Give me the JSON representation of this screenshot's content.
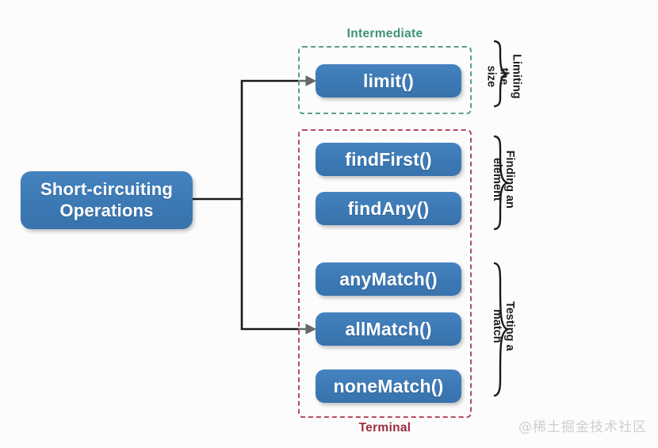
{
  "diagram": {
    "root": {
      "label_line1": "Short-circuiting",
      "label_line2": "Operations",
      "color": "#3c79b4"
    },
    "groups": [
      {
        "name": "intermediate",
        "label": "Intermediate",
        "label_position": "top",
        "border_color": "#57a084",
        "label_color": "#3f9270",
        "operations": [
          {
            "key": "limit",
            "label": "limit()"
          }
        ],
        "annotation": "Limiting the\nsize"
      },
      {
        "name": "terminal",
        "label": "Terminal",
        "label_position": "bottom",
        "border_color": "#b34b5e",
        "label_color": "#9e2b41",
        "operations": [
          {
            "key": "findfirst",
            "label": "findFirst()"
          },
          {
            "key": "findany",
            "label": "findAny()"
          },
          {
            "key": "anymatch",
            "label": "anyMatch()"
          },
          {
            "key": "allmatch",
            "label": "allMatch()"
          },
          {
            "key": "nonematch",
            "label": "noneMatch()"
          }
        ],
        "annotations": [
          "Finding an\nelement",
          "Testing a\nmatch"
        ]
      }
    ],
    "annotations": {
      "limiting_the_size": "Limiting the\nsize",
      "finding_an_element": "Finding an\nelement",
      "testing_a_match": "Testing a\nmatch"
    },
    "connector_color": "#1a1a1a",
    "background": "#fcfcfc"
  },
  "watermark": {
    "text": "@稀土掘金技术社区"
  }
}
